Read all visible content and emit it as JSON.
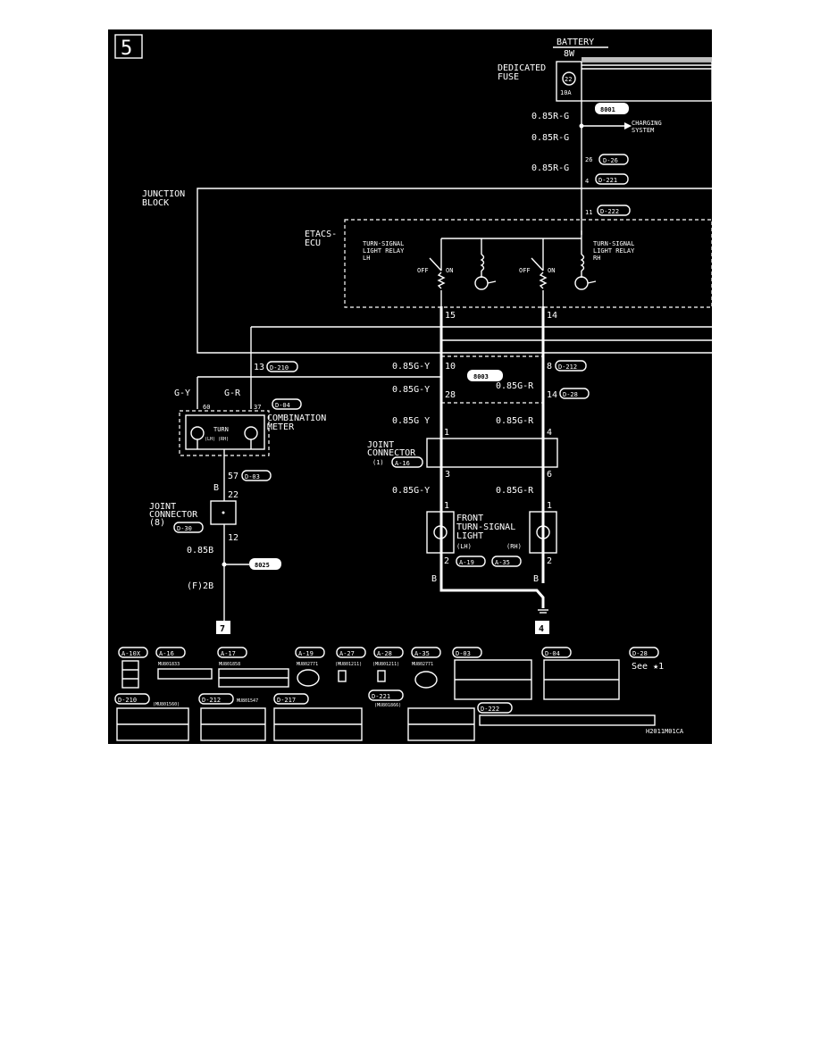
{
  "page_number": "5",
  "battery": {
    "title": "BATTERY",
    "wire": "8W"
  },
  "fuse": {
    "name_line1": "DEDICATED",
    "name_line2": "FUSE",
    "number": "22",
    "rating": "10A"
  },
  "top_wires": {
    "w1": "0.85R-G",
    "w2": "0.85R-G",
    "w3": "0.85R-G"
  },
  "splice_8001": "8001",
  "charging": {
    "line1": "CHARGING",
    "line2": "SYSTEM"
  },
  "conn_top": {
    "c1_pin": "26",
    "c1": "D-26",
    "c2_pin": "4",
    "c2": "D-221",
    "c3_pin": "11",
    "c3": "D-222"
  },
  "junction_block": {
    "line1": "JUNCTION",
    "line2": "BLOCK"
  },
  "etacs": {
    "line1": "ETACS-",
    "line2": "ECU"
  },
  "relay_lh": {
    "line1": "TURN-SIGNAL",
    "line2": "LIGHT RELAY",
    "line3": "LH",
    "off": "OFF",
    "on": "ON"
  },
  "relay_rh": {
    "line1": "TURN-SIGNAL",
    "line2": "LIGHT RELAY",
    "line3": "RH",
    "off": "OFF",
    "on": "ON"
  },
  "ecu_pins": {
    "lh": "15",
    "rh": "14"
  },
  "d210": {
    "pin": "13",
    "conn": "D-210"
  },
  "left_wires": {
    "gy": "G-Y",
    "gr": "G-R",
    "pin60": "60",
    "pin37": "37"
  },
  "meter": {
    "conn": "D-04",
    "line1": "COMBINATION",
    "line2": "METER",
    "turn": "TURN",
    "lhrh": "(LH) (RH)"
  },
  "d03": {
    "pin": "57",
    "conn": "D-03",
    "b": "B"
  },
  "jc8": {
    "pin_in": "22",
    "line1": "JOINT",
    "line2": "CONNECTOR",
    "line3": "(8)",
    "conn": "D-30",
    "pin_out": "12"
  },
  "ground_left": {
    "wire": "0.85B",
    "splice": "8025",
    "ground": "(F)2B",
    "num": "7"
  },
  "mid": {
    "w1": "0.85G-Y",
    "p10": "10",
    "p8": "8",
    "c212": "D-212",
    "splice_8003": "8003",
    "w2": "0.85G-Y",
    "p28": "28",
    "w3": "0.85G-R",
    "p14": "14",
    "c28": "D-28",
    "w4": "0.85G Y",
    "w5": "0.85G-R",
    "p1": "1",
    "p4": "4"
  },
  "jc1": {
    "line1": "JOINT",
    "line2": "CONNECTOR",
    "line3": "(1)",
    "conn": "A-16",
    "p3": "3",
    "p6": "6"
  },
  "lower": {
    "w1": "0.85G-Y",
    "w2": "0.85G-R",
    "p1a": "1",
    "p1b": "1"
  },
  "front_light": {
    "line1": "FRONT",
    "line2": "TURN-SIGNAL",
    "line3": "LIGHT",
    "lh": "(LH)",
    "rh": "(RH)",
    "p2a": "2",
    "p2b": "2",
    "conn_lh": "A-19",
    "conn_rh": "A-35"
  },
  "ground_right": {
    "b1": "B",
    "b2": "B",
    "num": "4"
  },
  "legend": {
    "row1": [
      {
        "id": "A-10X"
      },
      {
        "id": "A-16",
        "part": "MU801833"
      },
      {
        "id": "A-17",
        "part": "MU801858"
      },
      {
        "id": "A-19",
        "part": "MU802771"
      },
      {
        "id": "A-27",
        "part": "(MU801211)"
      },
      {
        "id": "A-28",
        "part": "(MU801211)"
      },
      {
        "id": "A-35",
        "part": "MU802771"
      },
      {
        "id": "D-03"
      },
      {
        "id": "D-04"
      },
      {
        "id": "D-28",
        "note": "See ★1"
      }
    ],
    "row2": [
      {
        "id": "D-210",
        "part": "(MU801560)"
      },
      {
        "id": "D-212",
        "part": "MU801547"
      },
      {
        "id": "D-217"
      },
      {
        "id": "D-221",
        "part": "(MU801866)"
      },
      {
        "id": "D-222"
      }
    ],
    "code": "H2011M01CA"
  }
}
